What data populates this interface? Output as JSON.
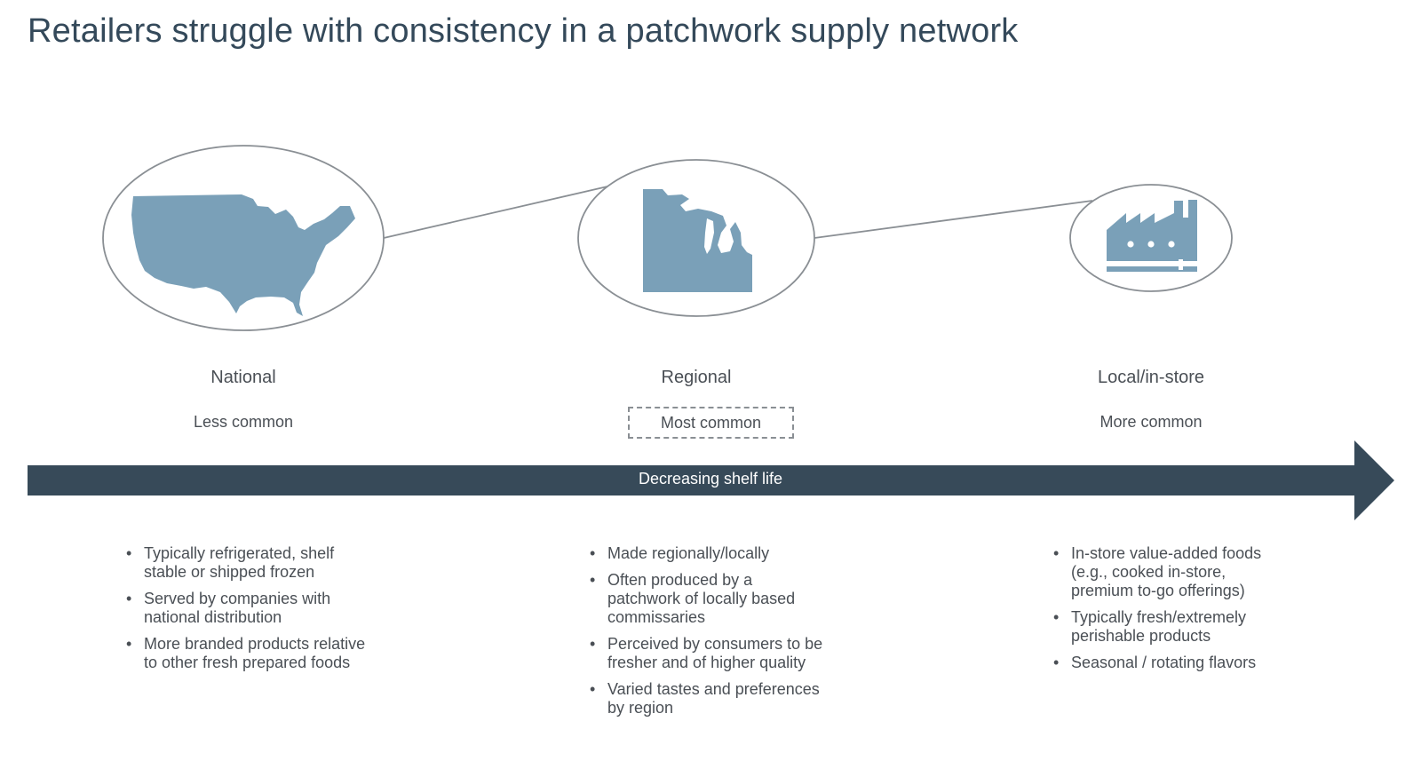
{
  "title": "Retailers struggle with consistency in a patchwork supply network",
  "colors": {
    "title": "#34495a",
    "arrow": "#374a59",
    "icon_fill": "#7aa0b8",
    "circle_stroke": "#8a8f94"
  },
  "arrow": {
    "label": "Decreasing shelf life"
  },
  "columns": [
    {
      "icon": "usa-map-icon",
      "label": "National",
      "frequency": "Less common",
      "highlighted": false,
      "bullets": [
        "Typically refrigerated, shelf stable or shipped frozen",
        "Served by companies with national distribution",
        "More branded products relative to other fresh prepared foods"
      ]
    },
    {
      "icon": "regional-map-icon",
      "label": "Regional",
      "frequency": "Most common",
      "highlighted": true,
      "bullets": [
        "Made regionally/locally",
        "Often produced by a patchwork of locally based commissaries",
        "Perceived by consumers to be fresher and of higher quality",
        "Varied tastes and preferences by region"
      ]
    },
    {
      "icon": "factory-icon",
      "label": "Local/in-store",
      "frequency": "More common",
      "highlighted": false,
      "bullets": [
        "In-store value-added foods (e.g., cooked in-store, premium to-go offerings)",
        "Typically fresh/extremely perishable products",
        "Seasonal / rotating flavors"
      ]
    }
  ]
}
